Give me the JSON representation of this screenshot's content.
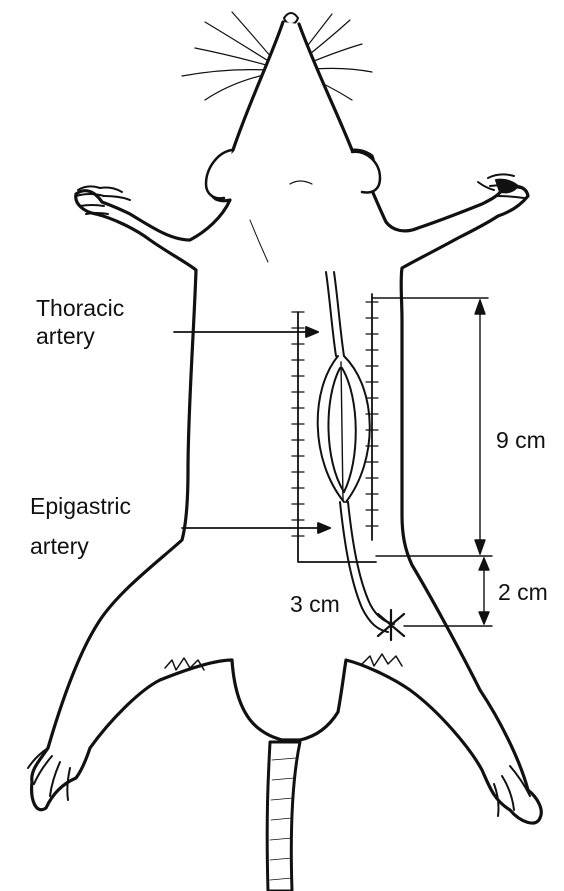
{
  "figure": {
    "ink_color": "#111111",
    "background_color": "#ffffff"
  },
  "labels": {
    "thoracic_line1": "Thoracic",
    "thoracic_line2": "artery",
    "epigastric_line1": "Epigastric",
    "epigastric_line2": "artery",
    "dim_9cm": "9 cm",
    "dim_2cm": "2 cm",
    "dim_3cm": "3 cm"
  }
}
